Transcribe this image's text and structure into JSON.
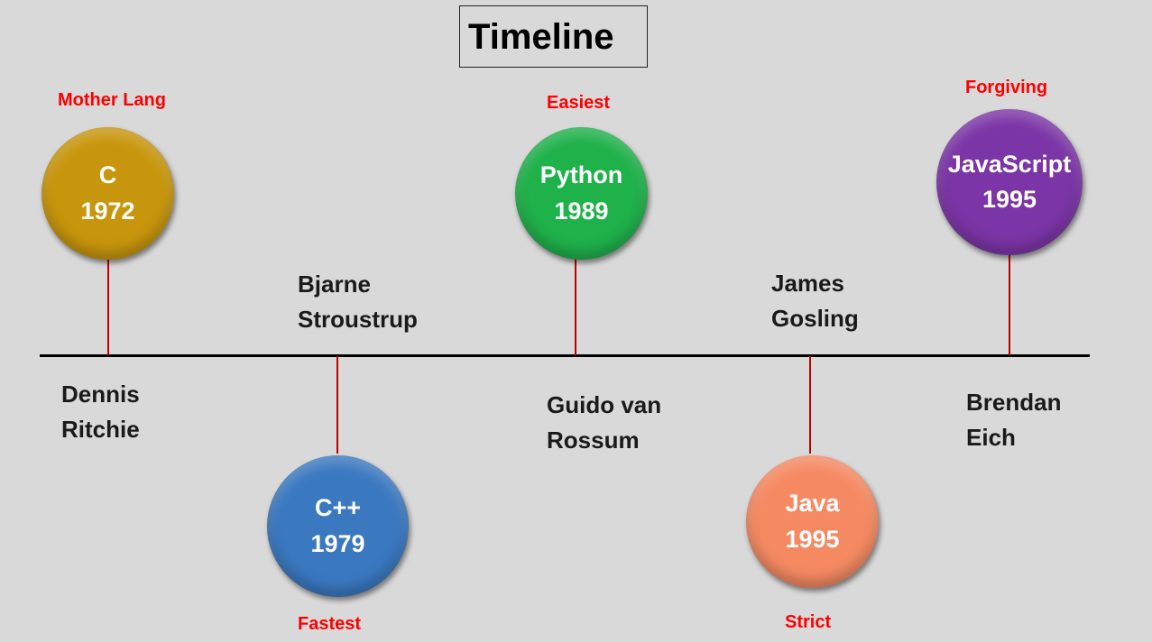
{
  "title": "Timeline",
  "languages": [
    {
      "name": "C",
      "year": "1972",
      "tag": "Mother Lang",
      "creator": [
        "Dennis",
        "Ritchie"
      ],
      "color": "#c8960c"
    },
    {
      "name": "C++",
      "year": "1979",
      "tag": "Fastest",
      "creator": [
        "Bjarne",
        "Stroustrup"
      ],
      "color": "#3a78c0"
    },
    {
      "name": "Python",
      "year": "1989",
      "tag": "Easiest",
      "creator": [
        "Guido van",
        "Rossum"
      ],
      "color": "#1fb14a"
    },
    {
      "name": "Java",
      "year": "1995",
      "tag": "Strict",
      "creator": [
        "James",
        "Gosling"
      ],
      "color": "#f58a62"
    },
    {
      "name": "JavaScript",
      "year": "1995",
      "tag": "Forgiving",
      "creator": [
        "Brendan",
        "Eich"
      ],
      "color": "#7b35a6"
    }
  ],
  "colors": {
    "background": "#d9d9d9",
    "axis": "#000000",
    "stem": "#c00000",
    "tag": "#ff0000"
  }
}
